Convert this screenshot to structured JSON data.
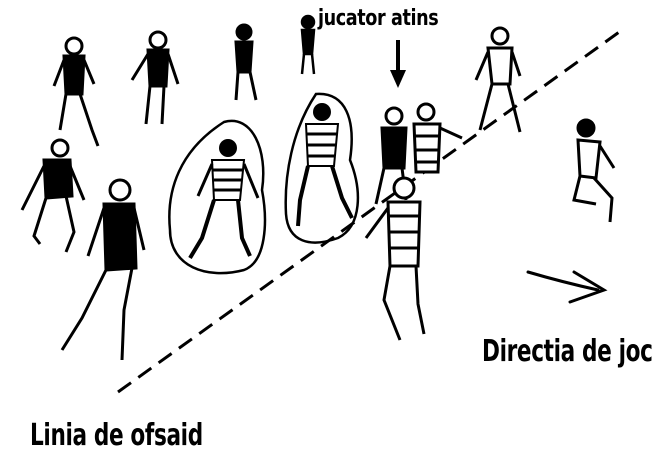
{
  "labels": {
    "touched_player": "jucator atins",
    "play_direction": "Directia de joc",
    "offside_line": "Linia de ofsaid"
  },
  "colors": {
    "ink": "#000000",
    "background": "#ffffff"
  }
}
